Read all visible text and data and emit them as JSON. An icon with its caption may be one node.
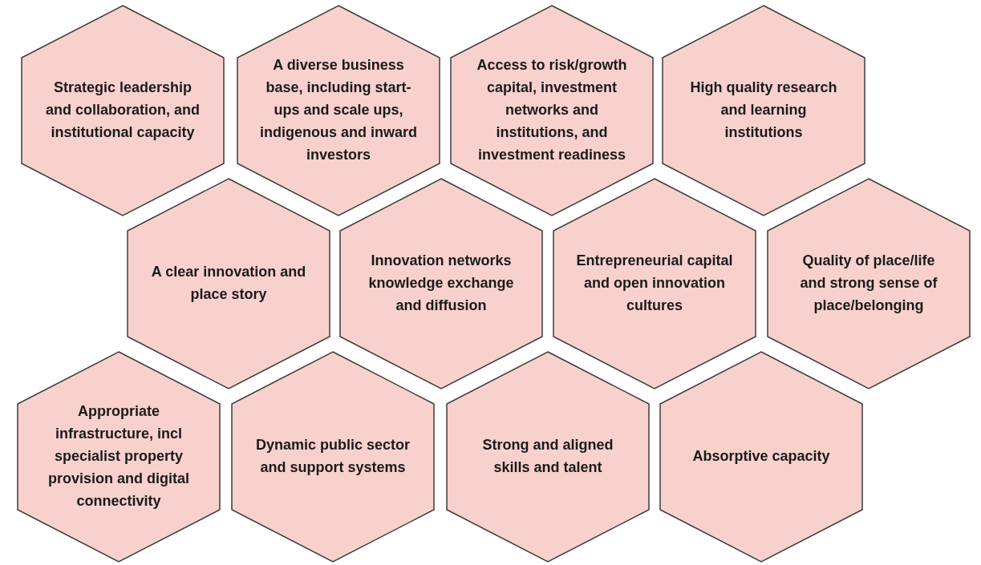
{
  "diagram": {
    "nodes": [
      {
        "text": [
          "Strategic leadership and collaboration, and institutional capacity"
        ]
      },
      {
        "text": [
          "A diverse business base, including start-ups and scale ups, indigenous and inward investors"
        ]
      },
      {
        "text": [
          "Access to risk/growth capital, investment networks and institutions, and investment readiness"
        ]
      },
      {
        "text": [
          "High quality research and learning institutions"
        ]
      },
      {
        "text": [
          "A clear innovation and place story"
        ]
      },
      {
        "text": [
          "Innovation networks knowledge exchange and diffusion"
        ]
      },
      {
        "text": [
          "Entrepreneurial capital and open innovation cultures"
        ]
      },
      {
        "text": [
          "Quality of place/life and strong sense of place/belonging"
        ]
      },
      {
        "text": [
          "Appropriate infrastructure, incl specialist property provision and digital connectivity"
        ]
      },
      {
        "text": [
          "Dynamic public sector and support systems"
        ]
      },
      {
        "text": [
          "Strong and aligned skills and talent"
        ]
      },
      {
        "text": [
          "Absorptive capacity"
        ]
      }
    ]
  }
}
